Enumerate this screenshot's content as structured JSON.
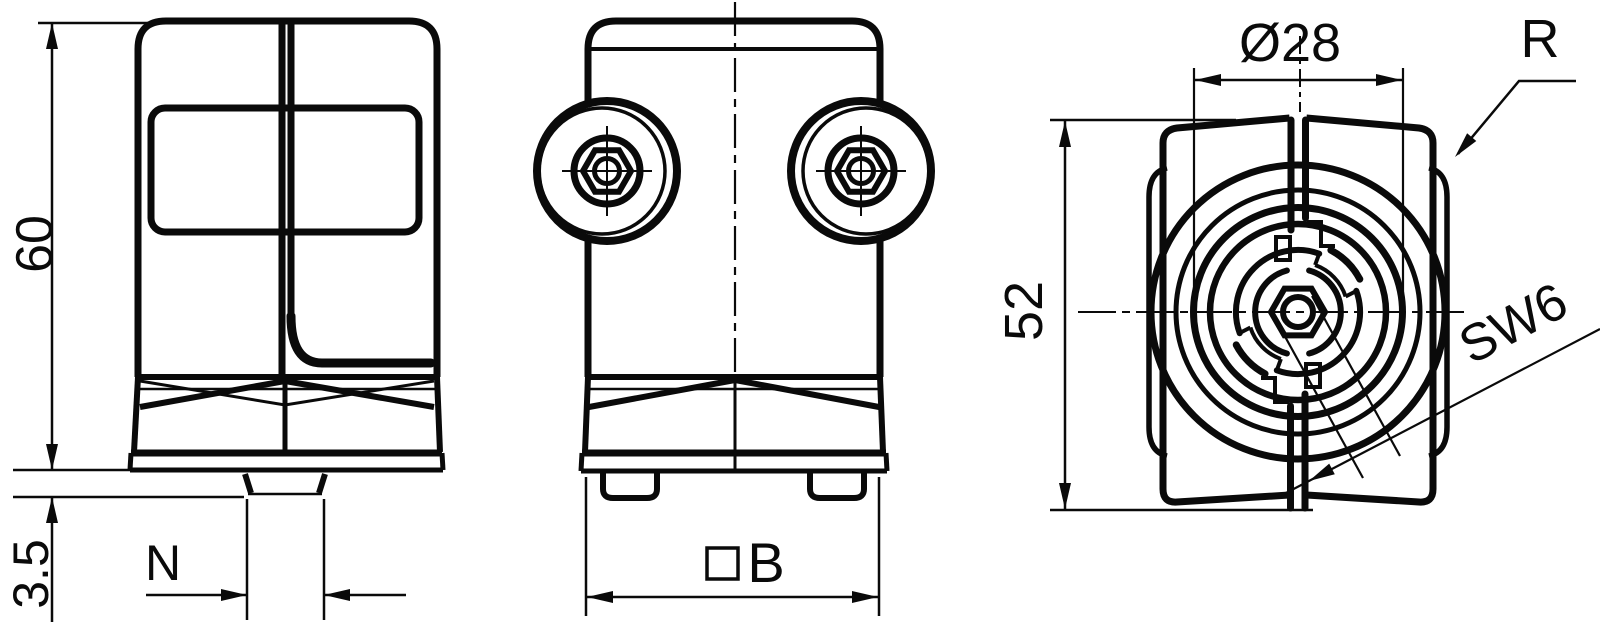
{
  "drawing": {
    "type": "technical-drawing-3-views",
    "colors": {
      "background": "#ffffff",
      "line": "#0a0a0a"
    },
    "dims": {
      "height": "60",
      "foot_height": "3.5",
      "tab_width": "N",
      "body_width_letter": "B",
      "body_width_full": "□ B",
      "bore_diameter": "Ø28",
      "depth": "52",
      "radius_ref": "R",
      "hex_socket": "SW6"
    }
  }
}
